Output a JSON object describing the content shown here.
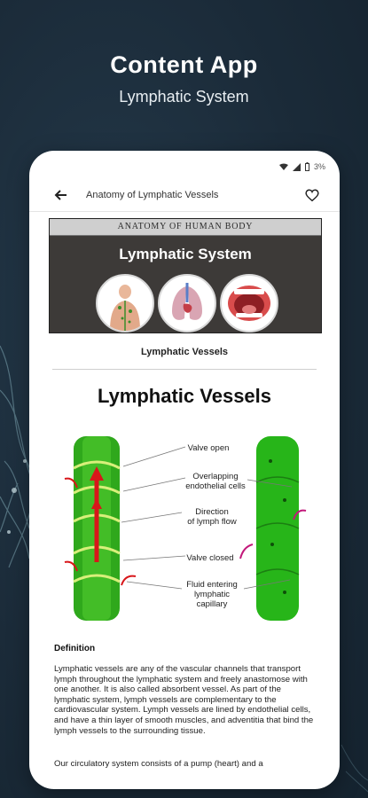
{
  "hero": {
    "title": "Content App",
    "subtitle": "Lymphatic System"
  },
  "status_bar": {
    "battery": "3%"
  },
  "app_bar": {
    "title": "Anatomy of Lymphatic Vessels"
  },
  "banner": {
    "strip": "ANATOMY OF HUMAN BODY",
    "title": "Lymphatic System"
  },
  "section_title": "Lymphatic Vessels",
  "figure": {
    "title": "Lymphatic Vessels",
    "labels": {
      "valve_open": "Valve open",
      "overlap_1": "Overlapping",
      "overlap_2": "endothelial cells",
      "direction_1": "Direction",
      "direction_2": "of lymph flow",
      "valve_closed": "Valve closed",
      "fluid_1": "Fluid entering",
      "fluid_2": "lymphatic",
      "fluid_3": "capillary"
    }
  },
  "definition": {
    "heading": "Definition",
    "p1": "Lymphatic vessels are any of the vascular channels that transport lymph throughout the lymphatic system and freely anastomose with one another. It is also called absorbent vessel. As part of the lymphatic system, lymph vessels are complementary to the cardiovascular system. Lymph vessels are lined by endothelial cells, and have a thin layer of smooth muscles, and adventitia that bind the lymph vessels to the surrounding tissue.",
    "p2": "Our circulatory system consists of a pump (heart) and a"
  },
  "colors": {
    "background": "#1b2b39",
    "vessel_green": "#2fa81c",
    "arrow_red": "#d8161a",
    "banner_dark": "#3d3a38"
  }
}
